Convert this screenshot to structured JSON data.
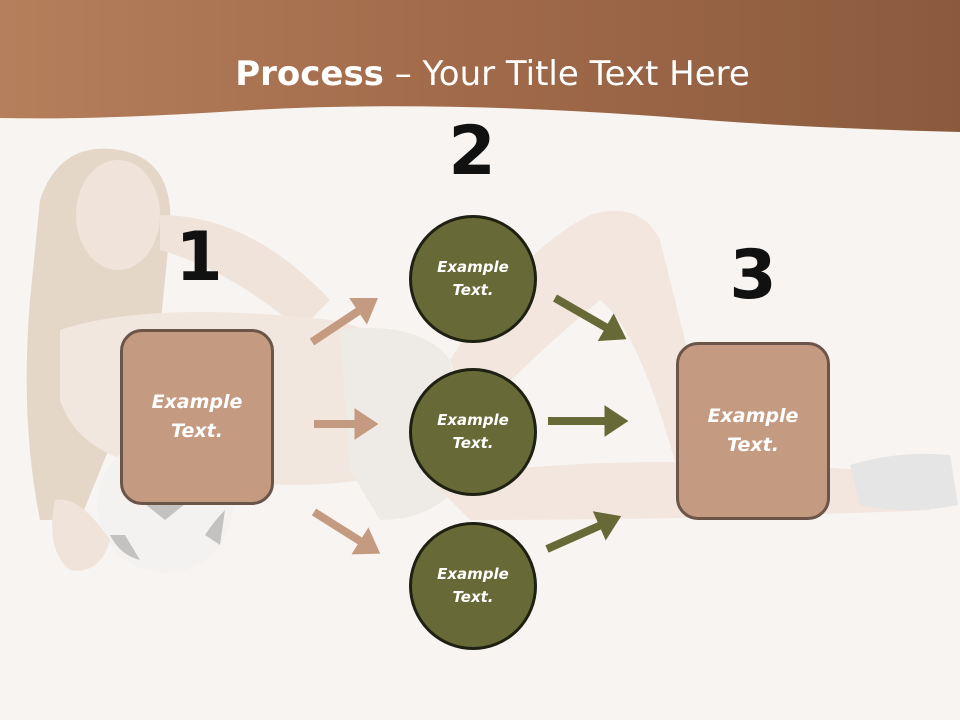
{
  "title": {
    "bold": "Process",
    "rest": " – Your Title Text Here"
  },
  "steps": [
    {
      "number": "1",
      "text": "Example\nText."
    },
    {
      "number": "2"
    },
    {
      "number": "3",
      "text": "Example\nText."
    }
  ],
  "circles": [
    {
      "text": "Example\nText."
    },
    {
      "text": "Example\nText."
    },
    {
      "text": "Example\nText."
    }
  ],
  "colors": {
    "header": "#a26d4c",
    "box_fill": "#c49a80",
    "circle_fill": "#676937",
    "arrow_tan": "#c49a80",
    "arrow_olive": "#676937"
  }
}
